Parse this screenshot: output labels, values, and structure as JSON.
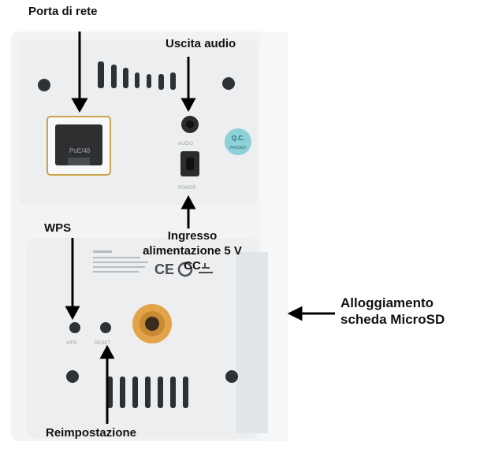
{
  "labels": {
    "network_port": "Porta di rete",
    "audio_out": "Uscita audio",
    "wps": "WPS",
    "power_in_line1": "Ingresso",
    "power_in_line2": "alimentazione 5 V CC",
    "microsd_line1": "Alloggiamento",
    "microsd_line2": "scheda MicroSD",
    "reset": "Reimpostazione"
  },
  "device_marks": {
    "qc_sticker_line1": "Q.C.",
    "qc_sticker_line2": "PASSED",
    "ce_mark": "CE",
    "port_label": "PoE/48",
    "audio_port_label": "AUDIO",
    "power_port_label": "POWER",
    "wps_small_label": "WPS",
    "reset_small_label": "RESET"
  },
  "colors": {
    "device_body": "#eceeef",
    "device_shadow": "#d6d9dc",
    "mount_gold": "#e2a349",
    "qc_sticker": "#8ed0d8",
    "text": "#111111"
  }
}
